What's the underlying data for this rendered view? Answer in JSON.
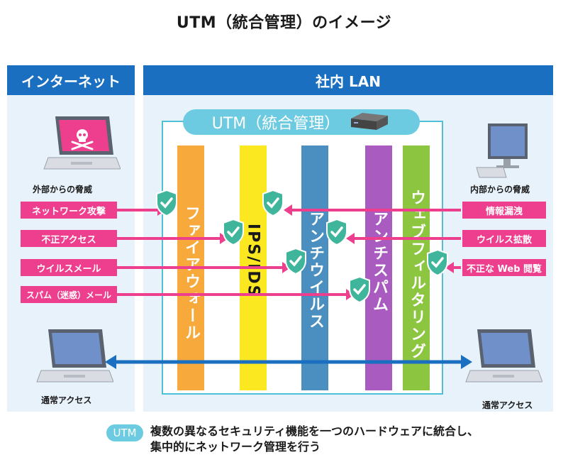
{
  "title": "UTM（統合管理）のイメージ",
  "zones": {
    "internet": "インターネット",
    "lan": "社内 LAN"
  },
  "utm_label": "UTM（統合管理）",
  "bars": [
    {
      "label": "ファイアウォール",
      "color": "#f7a93b"
    },
    {
      "label": "IPS/IDS",
      "color": "#fce820"
    },
    {
      "label": "アンチウイルス",
      "color": "#4a8fc0"
    },
    {
      "label": "アンチスパム",
      "color": "#a95bc0"
    },
    {
      "label": "ウェブフィルタリング",
      "color": "#8cc640"
    }
  ],
  "external_caption": "外部からの脅威",
  "internal_caption": "内部からの脅威",
  "external_threats": [
    "ネットワーク攻撃",
    "不正アクセス",
    "ウイルスメール",
    "スパム（迷惑）メール"
  ],
  "internal_threats": [
    "情報漏洩",
    "ウイルス拡散",
    "不正な Web 閲覧"
  ],
  "normal_access_left": "通常アクセス",
  "normal_access_right": "通常アクセス",
  "footer": {
    "badge": "UTM",
    "line1": "複数の異なるセキュリティ機能を一つのハードウェアに統合し、",
    "line2": "集中的にネットワーク管理を行う"
  },
  "colors": {
    "threat": "#ee3f8e",
    "zone_header": "#1a6fc1",
    "zone_bg": "#e8f2fb",
    "utm": "#6ccbe0",
    "shield": "#3fb59b",
    "access_arrow": "#1a6fc1"
  },
  "icons": [
    "laptop-icon",
    "skull-icon",
    "monitor-icon",
    "server-appliance-icon",
    "shield-check-icon"
  ]
}
